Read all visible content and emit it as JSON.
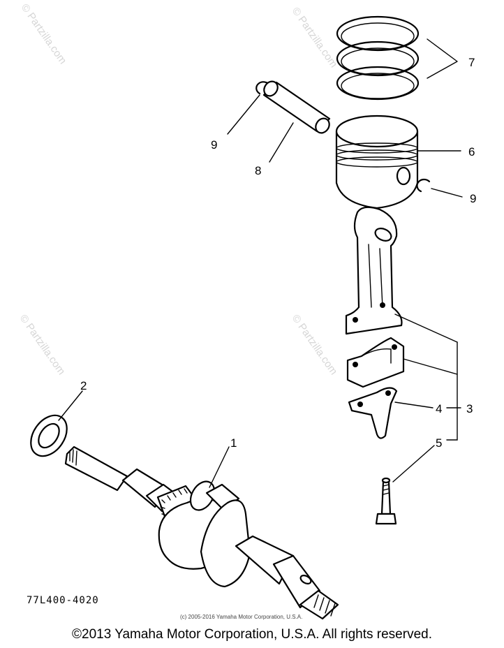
{
  "diagram": {
    "watermarks": [
      "© Partzilla.com",
      "© Partzilla.com",
      "© Partzilla.com"
    ],
    "callouts": [
      {
        "id": "callout-1",
        "text": "1"
      },
      {
        "id": "callout-2",
        "text": "2"
      },
      {
        "id": "callout-3",
        "text": "3"
      },
      {
        "id": "callout-4",
        "text": "4"
      },
      {
        "id": "callout-5",
        "text": "5"
      },
      {
        "id": "callout-6",
        "text": "6"
      },
      {
        "id": "callout-7",
        "text": "7"
      },
      {
        "id": "callout-8",
        "text": "8"
      },
      {
        "id": "callout-9a",
        "text": "9"
      },
      {
        "id": "callout-9b",
        "text": "9"
      }
    ],
    "part_code": "77L400-4020",
    "fine_print": "(c) 2005-2016 Yamaha Motor Corporation, U.S.A."
  },
  "footer": {
    "copyright": "©2013 Yamaha Motor Corporation, U.S.A. All rights reserved."
  }
}
